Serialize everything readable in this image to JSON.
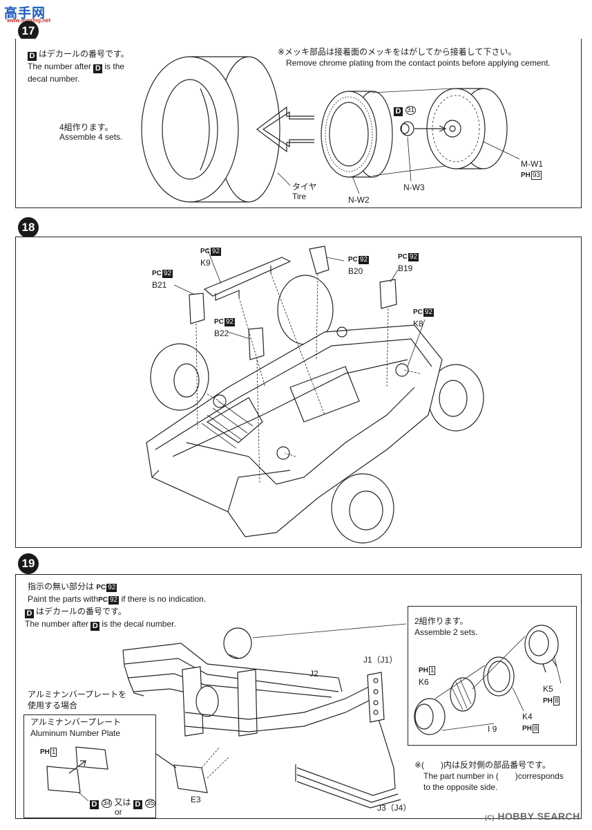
{
  "watermark_top": {
    "logo_text": "高手网",
    "sub_text": "www.moxing.net"
  },
  "step17": {
    "number": "17",
    "decal_note_jp": "はデカールの番号です。",
    "decal_note_en_line1": "The number after",
    "decal_note_en_line1b": "is the",
    "decal_note_en_line2": "decal number.",
    "chrome_note_jp": "※メッキ部品は接着面のメッキをはがしてから接着して下さい。",
    "chrome_note_en": "Remove chrome plating from the contact points before applying cement.",
    "assemble_jp": "4組作ります。",
    "assemble_en": "Assemble 4 sets.",
    "tire_jp": "タイヤ",
    "tire_en": "Tire",
    "part_nw2": "N-W2",
    "part_nw3": "N-W3",
    "part_mw1": "M-W1",
    "decal_num": "31",
    "paint_code": "PH",
    "paint_num": "93"
  },
  "step18": {
    "number": "18",
    "paint_code": "PC",
    "parts": [
      {
        "id": "K9",
        "paint": "92"
      },
      {
        "id": "B20",
        "paint": "92"
      },
      {
        "id": "B19",
        "paint": "92"
      },
      {
        "id": "B21",
        "paint": "92"
      },
      {
        "id": "B22",
        "paint": "92"
      },
      {
        "id": "K8",
        "paint": "92"
      }
    ]
  },
  "step19": {
    "number": "19",
    "paint_note_jp_a": "指示の無い部分は",
    "paint_note_en_a": "Paint the parts with",
    "paint_note_en_b": "if there is no indication.",
    "paint_code": "PC",
    "paint_num": "92",
    "decal_note_jp": "はデカールの番号です。",
    "decal_note_en_a": "The number after",
    "decal_note_en_b": "is the decal number.",
    "assemble_jp": "2組作ります。",
    "assemble_en": "Assemble 2 sets.",
    "alu_use_jp_line1": "アルミナンバープレートを",
    "alu_use_jp_line2": "使用する場合",
    "alu_title_jp": "アルミナンバープレート",
    "alu_title_en": "Aluminum Number Plate",
    "alu_paint_code": "PH",
    "alu_paint_num": "1",
    "alu_decal_a": "34",
    "alu_or_jp": "又は",
    "alu_or_en": "or",
    "alu_decal_b": "35",
    "parts": {
      "j2": "J2",
      "j1": "J1（J1）",
      "e3": "E3",
      "j3": "J3（J4）",
      "k6": "K6",
      "k6_paint": "1",
      "i9": "I 9",
      "k4": "K4",
      "k4_paint": "8",
      "k5": "K5",
      "k5_paint": "8",
      "ph": "PH"
    },
    "opposite_note_jp": "※(　　)内は反対側の部品番号です。",
    "opposite_note_en_line1": "The part number in (　　)corresponds",
    "opposite_note_en_line2": "to the opposite side."
  },
  "watermark_bottom": {
    "brand": "HOBBY SEARCH",
    "copyright": "(C)"
  }
}
